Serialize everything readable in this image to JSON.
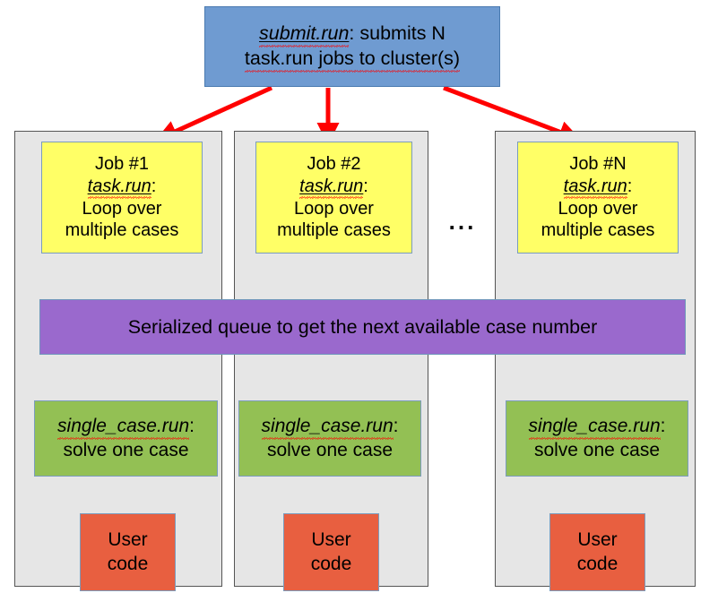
{
  "diagram": {
    "title_box": {
      "name": "submit-run-box",
      "line1_italic": "submit.run",
      "line1_rest": ": submits N",
      "line2": "task.run jobs to cluster(s)",
      "color": "#6f9bd1"
    },
    "queue": {
      "label": "Serialized queue to get the next available case number",
      "color": "#9a69cd"
    },
    "ellipsis": "▪ ▪ ▪",
    "ellipsis_text": "...",
    "columns": [
      {
        "id": "job-1",
        "job_title": "Job #1",
        "job_script": "task.run",
        "job_script_colon": ":",
        "job_body_line1": "Loop over",
        "job_body_line2": "multiple cases",
        "job_color": "#ffff66",
        "case_script": "single_case.run",
        "case_script_colon": ":",
        "case_body": "solve one case",
        "case_color": "#93c054",
        "user_line1": "User",
        "user_line2": "code",
        "user_color": "#e85f40",
        "panel_color": "#e6e6e6"
      },
      {
        "id": "job-2",
        "job_title": "Job #2",
        "job_script": "task.run",
        "job_script_colon": ":",
        "job_body_line1": "Loop over",
        "job_body_line2": "multiple cases",
        "job_color": "#ffff66",
        "case_script": "single_case.run",
        "case_script_colon": ":",
        "case_body": "solve one case",
        "case_color": "#93c054",
        "user_line1": "User",
        "user_line2": "code",
        "user_color": "#e85f40",
        "panel_color": "#e6e6e6"
      },
      {
        "id": "job-n",
        "job_title": "Job #N",
        "job_script": "task.run",
        "job_script_colon": ":",
        "job_body_line1": "Loop over",
        "job_body_line2": "multiple cases",
        "job_color": "#ffff66",
        "case_script": "single_case.run",
        "case_script_colon": ":",
        "case_body": "solve one case",
        "case_color": "#93c054",
        "user_line1": "User",
        "user_line2": "code",
        "user_color": "#e85f40",
        "panel_color": "#e6e6e6"
      }
    ],
    "arrow_colors": {
      "dispatch": "#ff0000",
      "flow": "#0000ee"
    }
  }
}
